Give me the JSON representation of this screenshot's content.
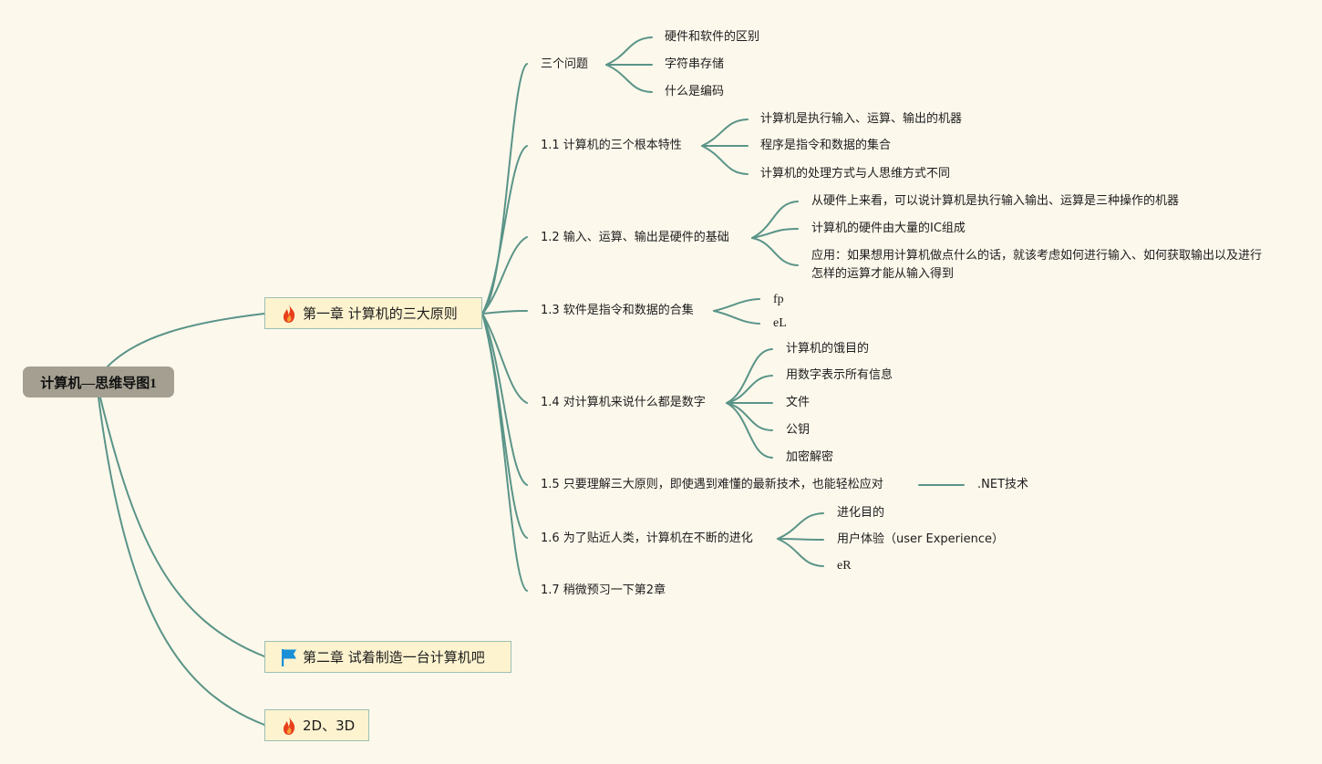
{
  "root": {
    "label": "计算机—思维导图1"
  },
  "chapters": [
    {
      "label": "第一章 计算机的三大原则",
      "icon": "fire-icon"
    },
    {
      "label": "第二章 试着制造一台计算机吧",
      "icon": "flag-icon"
    },
    {
      "label": "2D、3D",
      "icon": "fire-icon"
    }
  ],
  "sections": [
    {
      "label": "三个问题",
      "children": [
        "硬件和软件的区别",
        "字符串存储",
        "什么是编码"
      ]
    },
    {
      "label": "1.1 计算机的三个根本特性",
      "children": [
        "计算机是执行输入、运算、输出的机器",
        "程序是指令和数据的集合",
        "计算机的处理方式与人思维方式不同"
      ]
    },
    {
      "label": "1.2 输入、运算、输出是硬件的基础",
      "children": [
        "从硬件上来看，可以说计算机是执行输入输出、运算是三种操作的机器",
        "计算机的硬件由大量的IC组成",
        "应用：如果想用计算机做点什么的话，就该考虑如何进行输入、如何获取输出以及进行怎样的运算才能从输入得到"
      ]
    },
    {
      "label": "1.3 软件是指令和数据的合集",
      "children": [
        "fp",
        "eL"
      ]
    },
    {
      "label": "1.4 对计算机来说什么都是数字",
      "children": [
        "计算机的饿目的",
        "用数字表示所有信息",
        "文件",
        "公钥",
        "加密解密"
      ]
    },
    {
      "label": "1.5 只要理解三大原则，即使遇到难懂的最新技术，也能轻松应对",
      "children": [
        ".NET技术"
      ]
    },
    {
      "label": "1.6 为了贴近人类，计算机在不断的进化",
      "children": [
        "进化目的",
        "用户体验（user Experience）",
        "eR"
      ]
    },
    {
      "label": "1.7 稍微预习一下第2章",
      "children": []
    }
  ],
  "colors": {
    "background": "#fdf8ec",
    "line": "#5a9488",
    "root_fill": "#a49f90",
    "chapter_fill": "#fdf3cf",
    "chapter_border": "#9cbfb3",
    "fire": "#e8401c",
    "flag": "#1a8fd8"
  }
}
